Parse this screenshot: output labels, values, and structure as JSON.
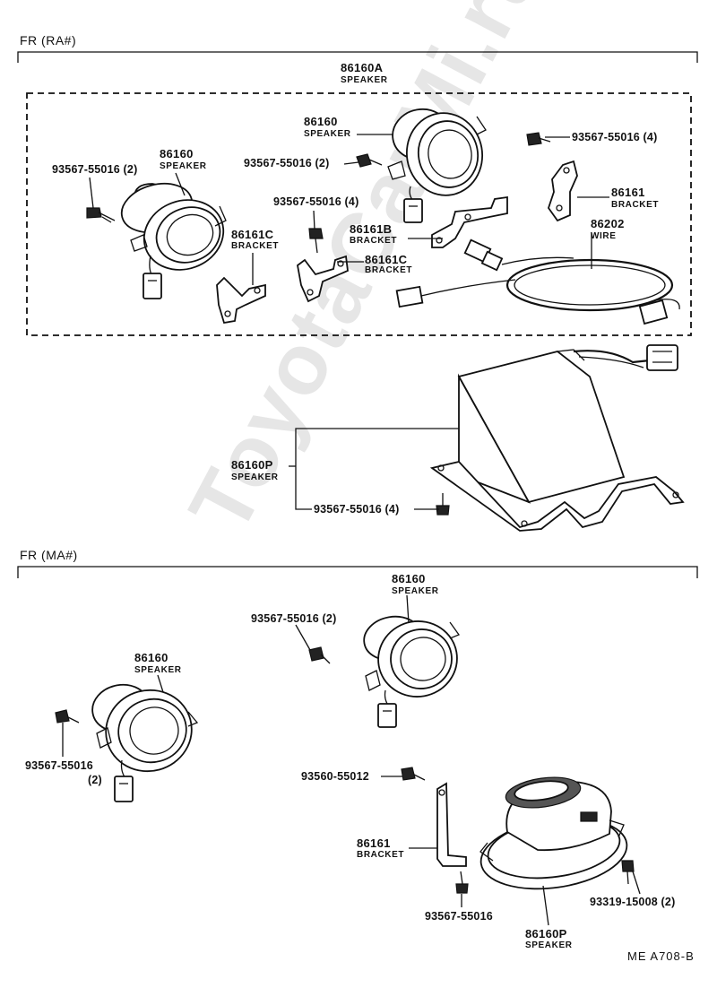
{
  "watermark": "ToyotaCarMi.ru",
  "sections": {
    "ra": {
      "title": "FR (RA#)"
    },
    "ma": {
      "title": "FR (MA#)"
    }
  },
  "ra": {
    "assembly": {
      "number": "86160A",
      "name": "SPEAKER"
    },
    "speaker_left": {
      "number": "86160",
      "name": "SPEAKER"
    },
    "speaker_top": {
      "number": "86160",
      "name": "SPEAKER"
    },
    "screw_left": "93567-55016 (2)",
    "screw_mid": "93567-55016 (2)",
    "screw_center": "93567-55016 (4)",
    "screw_right": "93567-55016 (4)",
    "bracket_c_left": {
      "number": "86161C",
      "name": "BRACKET"
    },
    "bracket_b": {
      "number": "86161B",
      "name": "BRACKET"
    },
    "bracket_c_right": {
      "number": "86161C",
      "name": "BRACKET"
    },
    "bracket_right": {
      "number": "86161",
      "name": "BRACKET"
    },
    "wire": {
      "number": "86202",
      "name": "WIRE"
    },
    "box_speaker": {
      "number": "86160P",
      "name": "SPEAKER"
    },
    "box_screw": "93567-55016 (4)"
  },
  "ma": {
    "speaker_left": {
      "number": "86160",
      "name": "SPEAKER"
    },
    "speaker_top": {
      "number": "86160",
      "name": "SPEAKER"
    },
    "screw_top": "93567-55016 (2)",
    "screw_left": "93567-55016",
    "screw_left_qty": "(2)",
    "screw_bracket_top": "93560-55012",
    "bracket": {
      "number": "86161",
      "name": "BRACKET"
    },
    "screw_bracket_bottom": "93567-55016",
    "screw_right": "93319-15008 (2)",
    "oval_speaker": {
      "number": "86160P",
      "name": "SPEAKER"
    }
  },
  "footer": {
    "code": "ME  A708-B"
  }
}
